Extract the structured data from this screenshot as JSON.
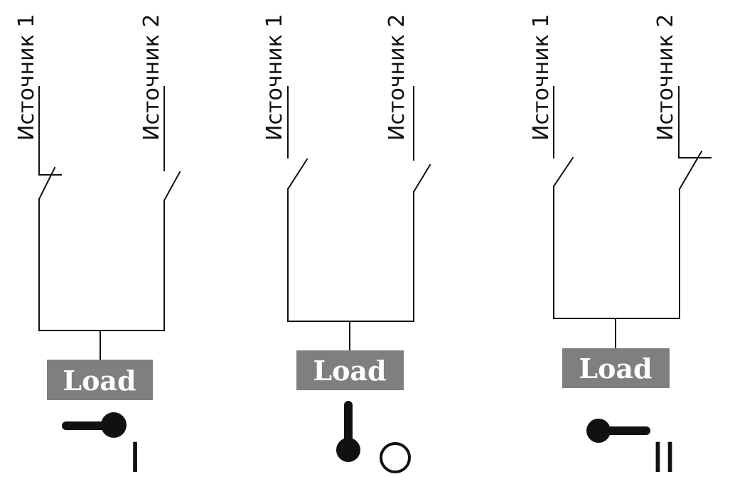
{
  "panels": [
    {
      "source1_label": "Источник 1",
      "source2_label": "Источник 2",
      "load_label": "Load",
      "switch_position": "I",
      "position_label": "I"
    },
    {
      "source1_label": "Источник 1",
      "source2_label": "Источник 2",
      "load_label": "Load",
      "switch_position": "O",
      "position_label": ""
    },
    {
      "source1_label": "Источник 1",
      "source2_label": "Источник 2",
      "load_label": "Load",
      "switch_position": "II",
      "position_label": "II"
    }
  ],
  "colors": {
    "line": "#111111",
    "load_box": "#7f7f7f",
    "load_text": "#ffffff"
  }
}
